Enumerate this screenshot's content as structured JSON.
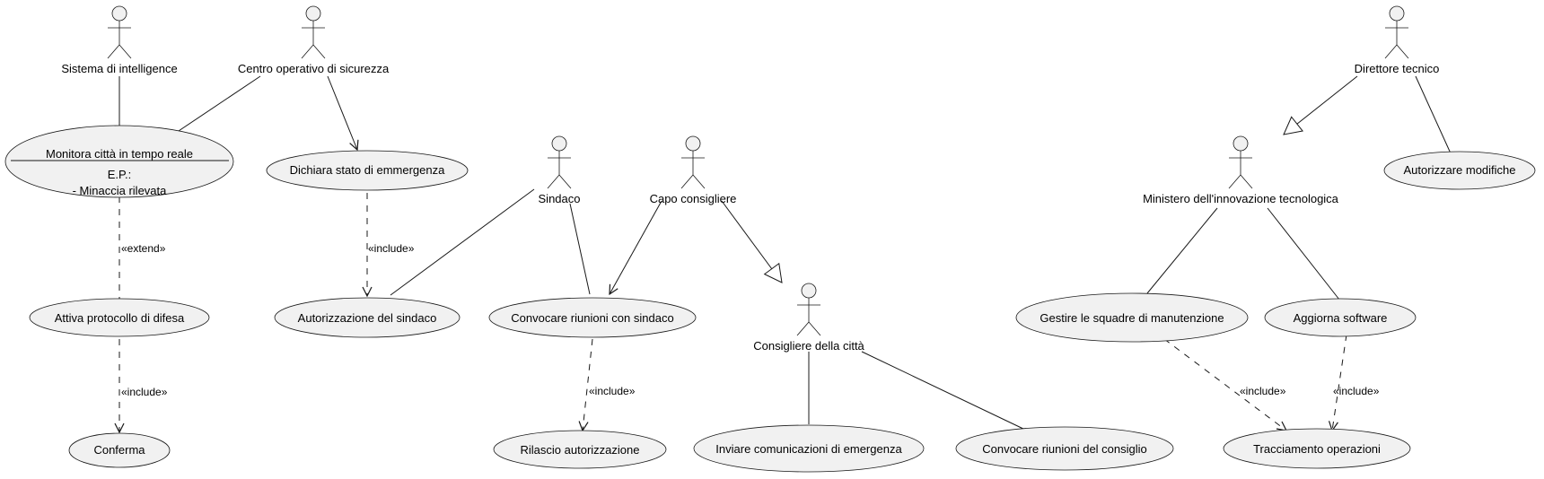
{
  "actors": [
    {
      "id": "a_intel",
      "label": "Sistema di intelligence"
    },
    {
      "id": "a_centro",
      "label": "Centro operativo di sicurezza"
    },
    {
      "id": "a_sindaco",
      "label": "Sindaco"
    },
    {
      "id": "a_capo",
      "label": "Capo consigliere"
    },
    {
      "id": "a_consigliere",
      "label": "Consigliere della città"
    },
    {
      "id": "a_ministero",
      "label": "Ministero dell'innovazione tecnologica"
    },
    {
      "id": "a_direttore",
      "label": "Direttore tecnico"
    }
  ],
  "usecases": [
    {
      "id": "u_monitora",
      "label": "Monitora città in tempo reale",
      "extension_points_title": "E.P.:",
      "extension_points": [
        "- Minaccia rilevata"
      ]
    },
    {
      "id": "u_dichiara",
      "label": "Dichiara stato di emmergenza"
    },
    {
      "id": "u_attiva",
      "label": "Attiva protocollo di difesa"
    },
    {
      "id": "u_conferma",
      "label": "Conferma"
    },
    {
      "id": "u_autsindaco",
      "label": "Autorizzazione del sindaco"
    },
    {
      "id": "u_convsindaco",
      "label": "Convocare riunioni con sindaco"
    },
    {
      "id": "u_rilascio",
      "label": "Rilascio autorizzazione"
    },
    {
      "id": "u_inviare",
      "label": "Inviare comunicazioni di emergenza"
    },
    {
      "id": "u_convconsiglio",
      "label": "Convocare riunioni del consiglio"
    },
    {
      "id": "u_gestire",
      "label": "Gestire le squadre di manutenzione"
    },
    {
      "id": "u_aggiorna",
      "label": "Aggiorna software"
    },
    {
      "id": "u_tracciamento",
      "label": "Tracciamento operazioni"
    },
    {
      "id": "u_autorizzare",
      "label": "Autorizzare modifiche"
    }
  ],
  "relations": [
    {
      "id": "r1",
      "from": "a_intel",
      "to": "u_monitora",
      "kind": "association"
    },
    {
      "id": "r2",
      "from": "a_centro",
      "to": "u_monitora",
      "kind": "association"
    },
    {
      "id": "r3",
      "from": "a_centro",
      "to": "u_dichiara",
      "kind": "association-arrow"
    },
    {
      "id": "r4",
      "from": "u_attiva",
      "to": "u_monitora",
      "kind": "extend",
      "label": "«extend»"
    },
    {
      "id": "r5",
      "from": "u_attiva",
      "to": "u_conferma",
      "kind": "include",
      "label": "«include»"
    },
    {
      "id": "r6",
      "from": "u_dichiara",
      "to": "u_autsindaco",
      "kind": "include",
      "label": "«include»"
    },
    {
      "id": "r7",
      "from": "a_sindaco",
      "to": "u_autsindaco",
      "kind": "association"
    },
    {
      "id": "r8",
      "from": "a_sindaco",
      "to": "u_convsindaco",
      "kind": "association"
    },
    {
      "id": "r9",
      "from": "a_capo",
      "to": "u_convsindaco",
      "kind": "association-arrow"
    },
    {
      "id": "r10",
      "from": "u_convsindaco",
      "to": "u_rilascio",
      "kind": "include",
      "label": "«include»"
    },
    {
      "id": "r11",
      "from": "a_capo",
      "to": "a_consigliere",
      "kind": "generalization"
    },
    {
      "id": "r12",
      "from": "a_consigliere",
      "to": "u_inviare",
      "kind": "association"
    },
    {
      "id": "r13",
      "from": "a_consigliere",
      "to": "u_convconsiglio",
      "kind": "association"
    },
    {
      "id": "r14",
      "from": "a_direttore",
      "to": "a_ministero",
      "kind": "generalization"
    },
    {
      "id": "r15",
      "from": "a_direttore",
      "to": "u_autorizzare",
      "kind": "association"
    },
    {
      "id": "r16",
      "from": "a_ministero",
      "to": "u_gestire",
      "kind": "association"
    },
    {
      "id": "r17",
      "from": "a_ministero",
      "to": "u_aggiorna",
      "kind": "association"
    },
    {
      "id": "r18",
      "from": "u_gestire",
      "to": "u_tracciamento",
      "kind": "include",
      "label": "«include»"
    },
    {
      "id": "r19",
      "from": "u_aggiorna",
      "to": "u_tracciamento",
      "kind": "include",
      "label": "«include»"
    }
  ]
}
